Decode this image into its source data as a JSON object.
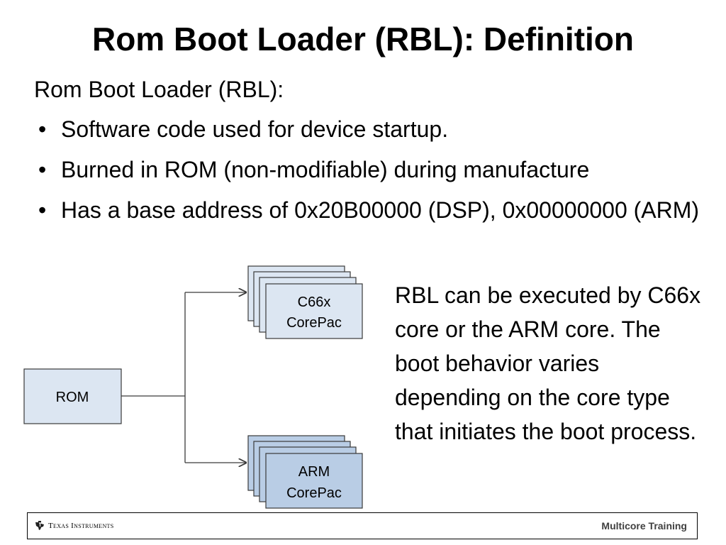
{
  "slide": {
    "title": "Rom Boot Loader (RBL): Definition",
    "intro": "Rom Boot Loader (RBL):",
    "bullets": [
      "Software code used for device startup.",
      "Burned in ROM (non-modifiable) during manufacture",
      "Has a base address of 0x20B00000 (DSP), 0x00000000 (ARM)"
    ],
    "bullet_glyph": "•"
  },
  "diagram": {
    "rom_label": "ROM",
    "c66x_label_line1": "C66x",
    "c66x_label_line2": "CorePac",
    "arm_label_line1": "ARM",
    "arm_label_line2": "CorePac",
    "colors": {
      "rom_fill": "#dce6f2",
      "c66x_fill": "#dce6f2",
      "arm_fill": "#b9cde5",
      "stroke": "#3a3a3a"
    }
  },
  "side_text": "RBL can be executed by C66x core or the ARM core. The boot behavior varies depending on the core type that initiates the boot process.",
  "footer": {
    "logo_text": "Texas Instruments",
    "logo_icon": "ti-state-icon",
    "right_text": "Multicore Training"
  }
}
